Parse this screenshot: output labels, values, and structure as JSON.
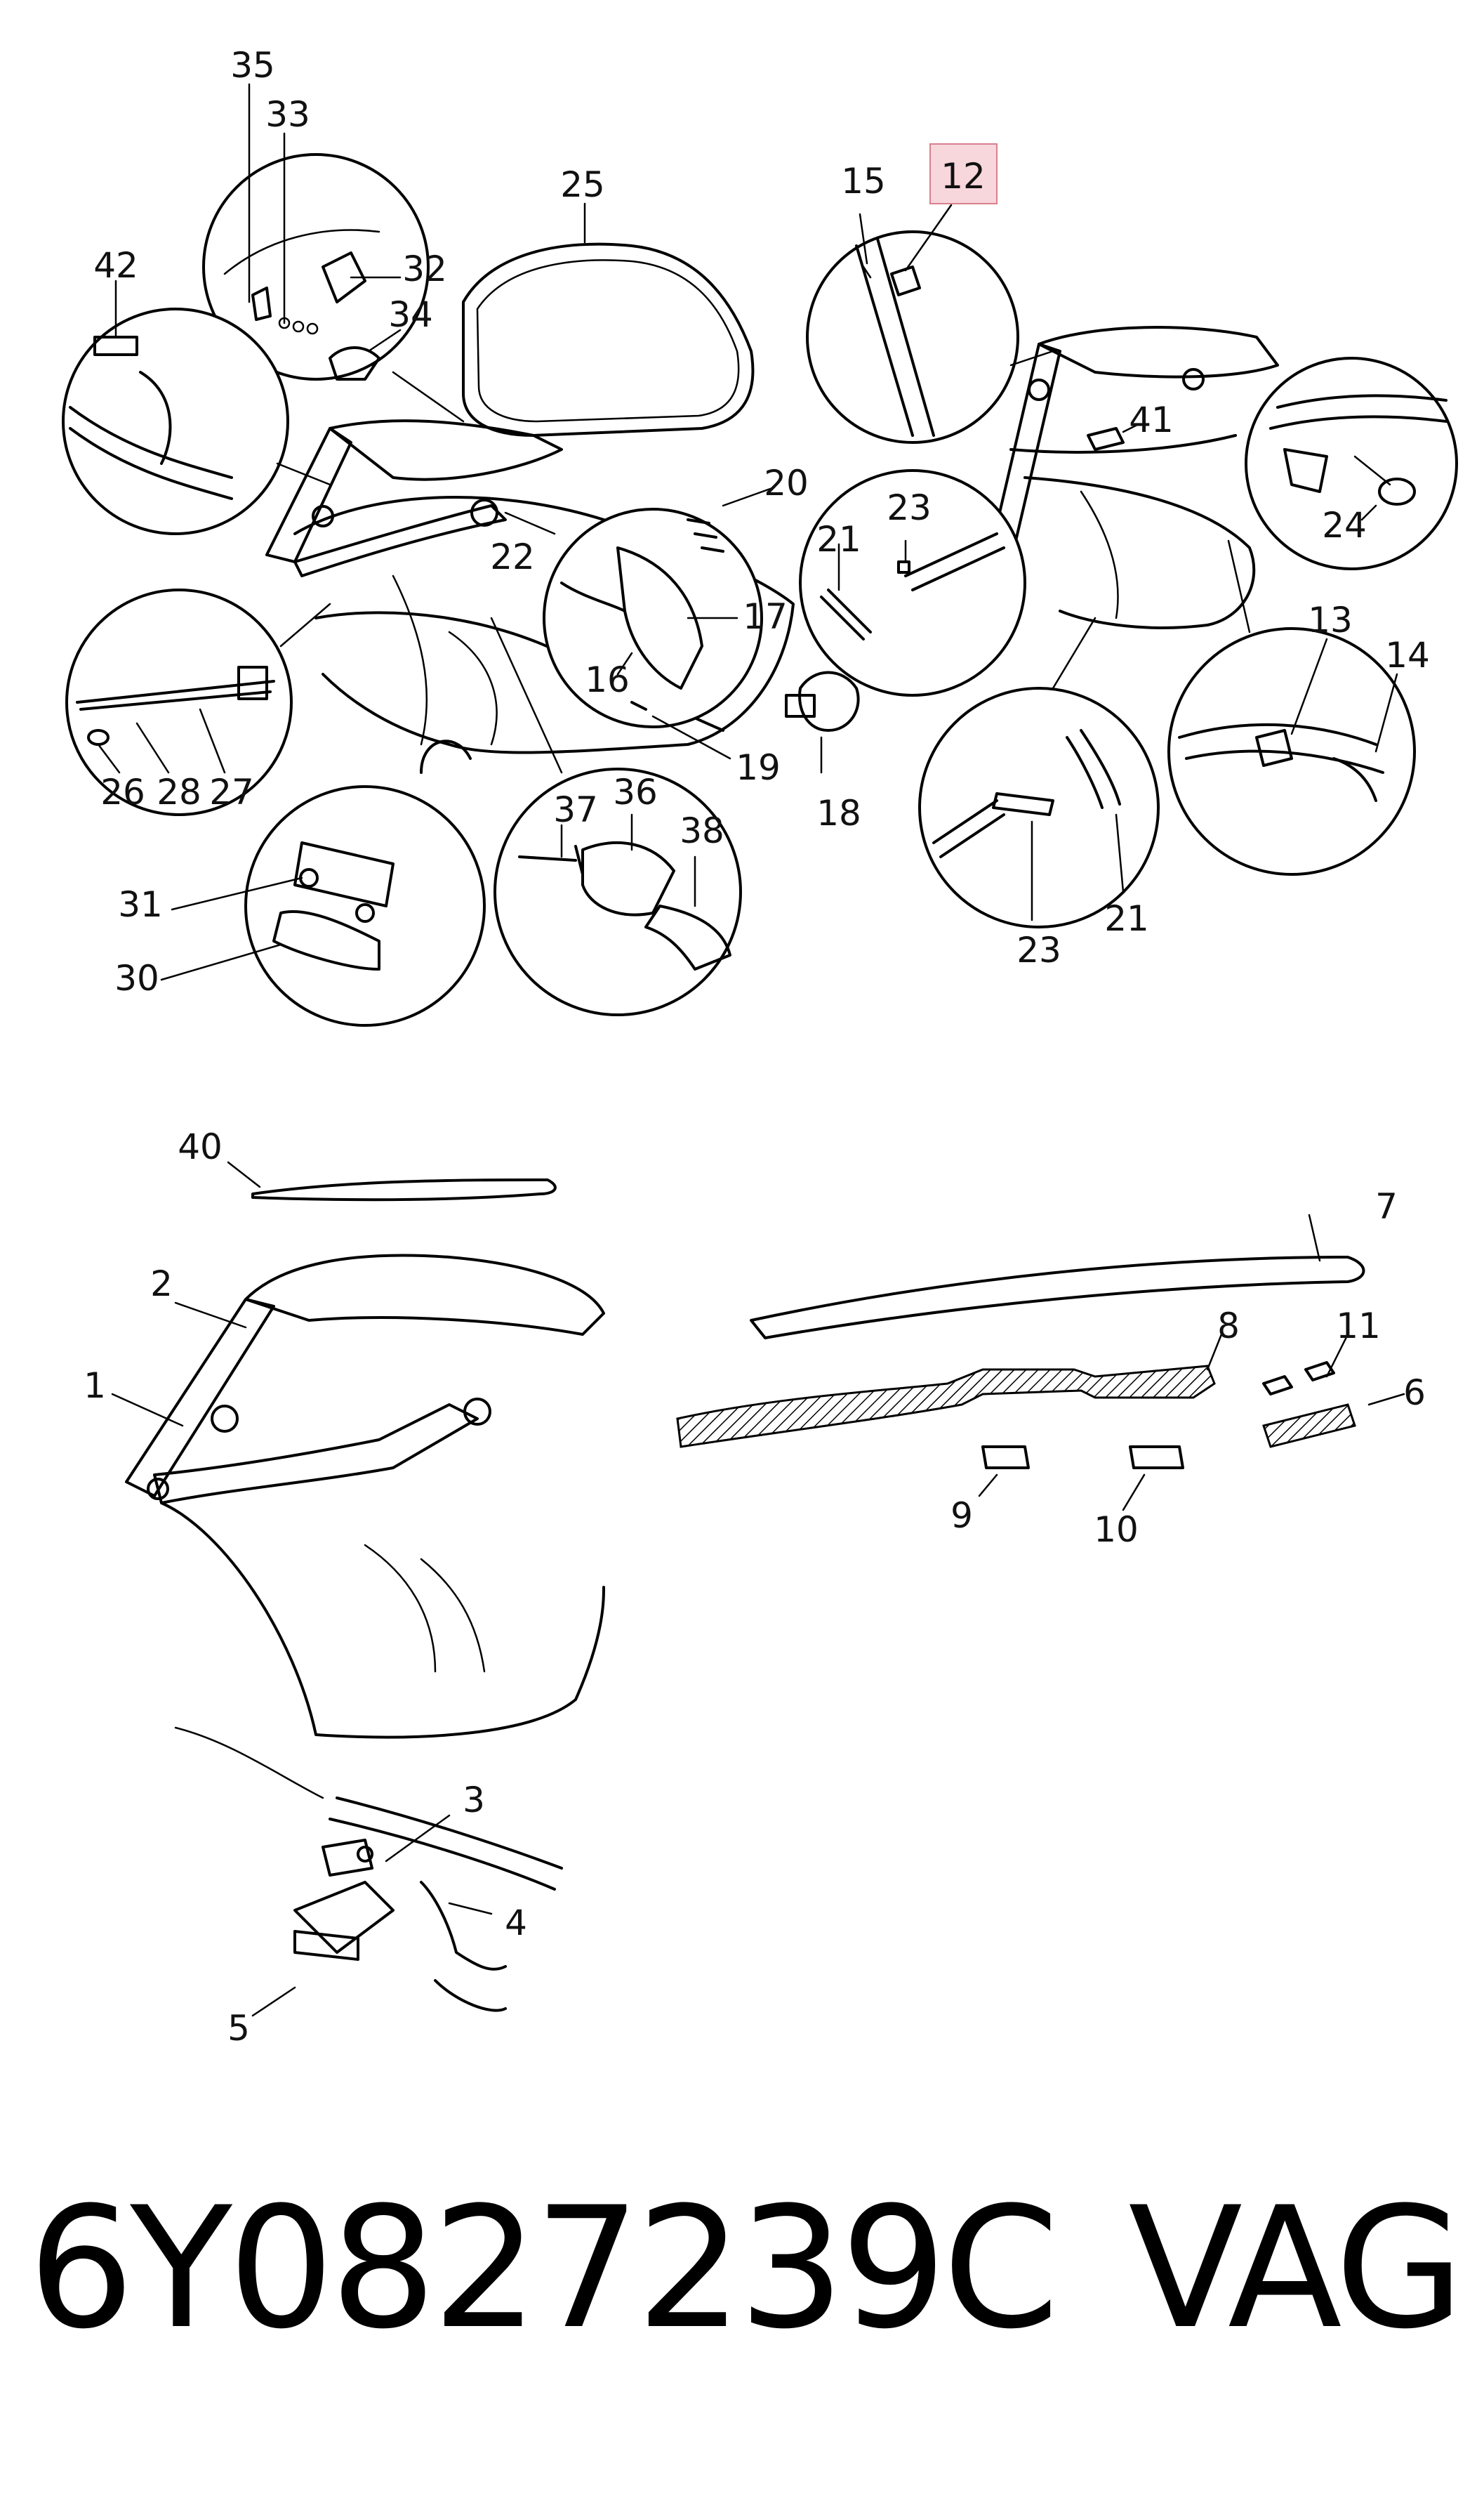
{
  "diagram": {
    "highlight_color": "#f7d6dc",
    "highlighted_callout": "12",
    "callouts": [
      "1",
      "2",
      "3",
      "4",
      "5",
      "6",
      "7",
      "8",
      "9",
      "10",
      "11",
      "12",
      "13",
      "14",
      "15",
      "16",
      "17",
      "18",
      "19",
      "20",
      "21",
      "21",
      "22",
      "23",
      "23",
      "24",
      "25",
      "26",
      "27",
      "28",
      "30",
      "31",
      "32",
      "33",
      "34",
      "35",
      "36",
      "37",
      "38",
      "40",
      "41",
      "42"
    ]
  },
  "caption": {
    "part_number": "6Y0827239C",
    "brand": "VAG"
  }
}
